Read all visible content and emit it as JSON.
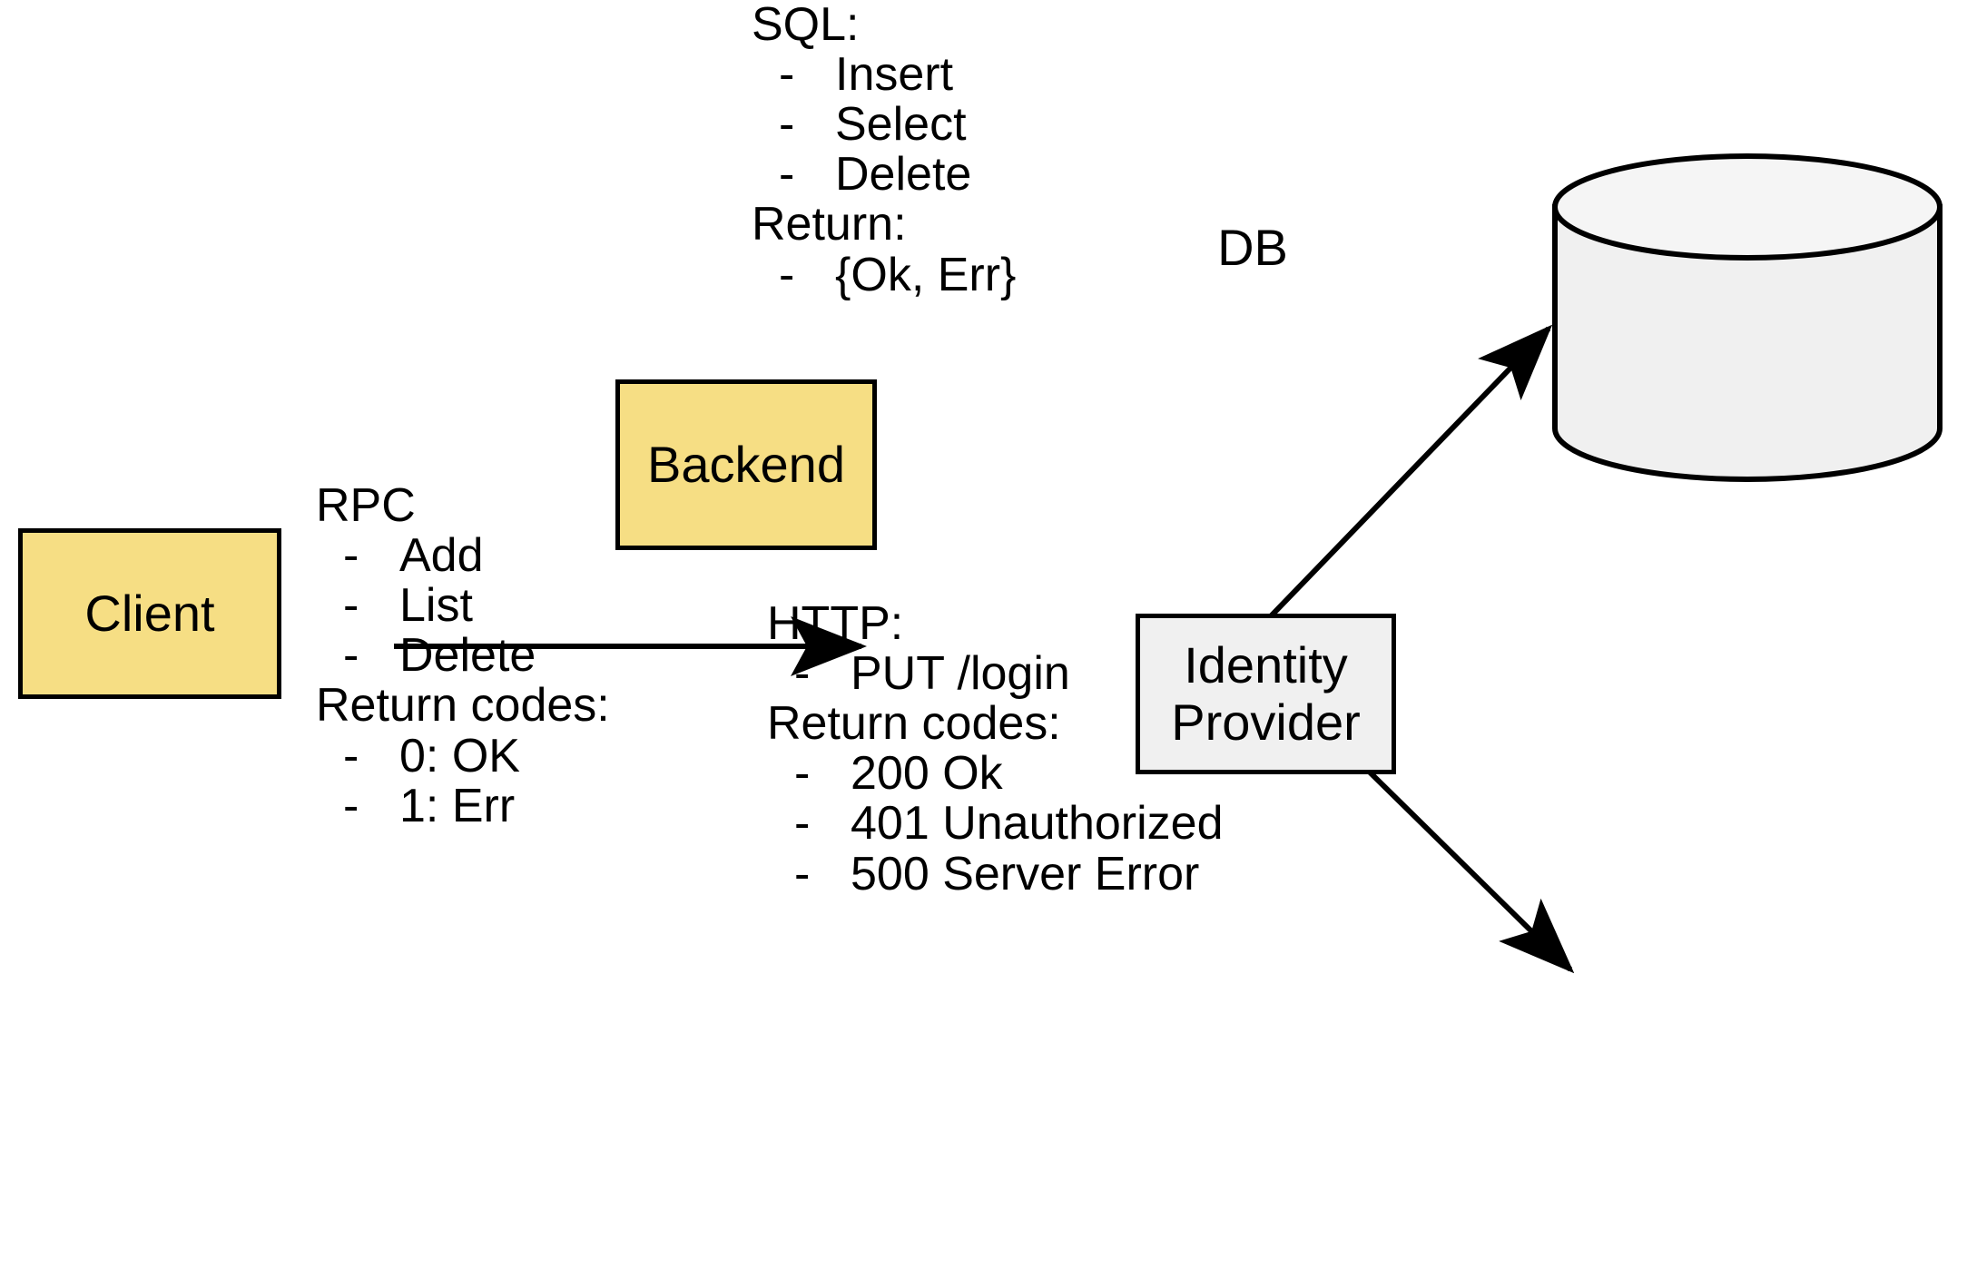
{
  "diagram": {
    "type": "architecture-flow",
    "nodes": [
      {
        "id": "client",
        "label": "Client",
        "shape": "rectangle",
        "fill": "#F6DE84",
        "stroke": "#000000"
      },
      {
        "id": "backend",
        "label": "Backend",
        "shape": "rectangle",
        "fill": "#F6DE84",
        "stroke": "#000000"
      },
      {
        "id": "db",
        "label": "DB",
        "shape": "cylinder",
        "fill": "#F0F0F0",
        "stroke": "#000000"
      },
      {
        "id": "idp",
        "label": "Identity\nProvider",
        "label_line1": "Identity",
        "label_line2": "Provider",
        "shape": "rectangle",
        "fill": "#F0F0F0",
        "stroke": "#000000"
      }
    ],
    "edges": [
      {
        "from": "client",
        "to": "backend",
        "style": "solid-arrow",
        "annotation": "rpc"
      },
      {
        "from": "backend",
        "to": "db",
        "style": "solid-arrow",
        "annotation": "sql"
      },
      {
        "from": "backend",
        "to": "idp",
        "style": "solid-arrow",
        "annotation": "http"
      }
    ]
  },
  "annotations": {
    "sql": {
      "heading1": "SQL:",
      "ops": [
        "Insert",
        "Select",
        "Delete"
      ],
      "heading2": "Return:",
      "returns": [
        "{Ok, Err}"
      ],
      "bullet": "-"
    },
    "rpc": {
      "heading1": "RPC",
      "ops": [
        "Add",
        "List",
        "Delete"
      ],
      "heading2": "Return codes:",
      "returns": [
        "0: OK",
        "1: Err"
      ],
      "bullet": "-"
    },
    "http": {
      "heading1": "HTTP:",
      "ops": [
        "PUT /login"
      ],
      "heading2": "Return codes:",
      "returns": [
        "200 Ok",
        "401 Unauthorized",
        "500 Server Error"
      ],
      "bullet": "-"
    }
  },
  "colors": {
    "node_yellow": "#F6DE84",
    "node_gray": "#F0F0F0",
    "stroke": "#000000",
    "background": "#FFFFFF"
  }
}
